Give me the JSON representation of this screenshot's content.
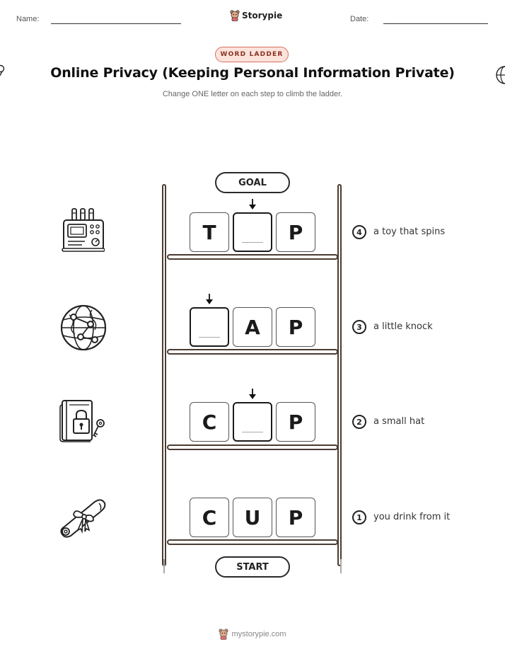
{
  "header": {
    "name_label": "Name:",
    "date_label": "Date:",
    "brand": "Storypie"
  },
  "badge": "WORD LADDER",
  "title": "Online Privacy (Keeping Personal Information Private)",
  "subtitle": "Change ONE letter on each step to climb the ladder.",
  "ladder": {
    "goal_label": "GOAL",
    "start_label": "START",
    "rows": [
      {
        "step": "4",
        "letters": [
          "T",
          "",
          "P"
        ],
        "clue": "a toy that spins",
        "icon": "router-device-icon"
      },
      {
        "step": "3",
        "letters": [
          "",
          "A",
          "P"
        ],
        "clue": "a little knock",
        "icon": "globe-network-icon"
      },
      {
        "step": "2",
        "letters": [
          "C",
          "",
          "P"
        ],
        "clue": "a small hat",
        "icon": "locked-diary-icon"
      },
      {
        "step": "1",
        "letters": [
          "C",
          "U",
          "P"
        ],
        "clue": "you drink from it",
        "icon": "scroll-ribbon-icon"
      }
    ]
  },
  "footer": "mystorypie.com"
}
